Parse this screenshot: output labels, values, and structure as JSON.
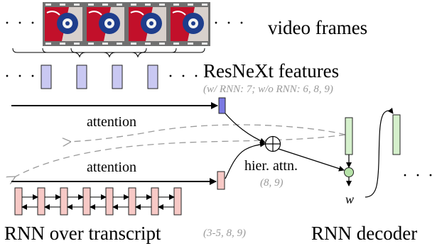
{
  "labels": {
    "video_frames": "video frames",
    "resnext_features": "ResNeXt features",
    "resnext_note": "(w/ RNN: 7; w/o RNN: 6, 8, 9)",
    "attention_top": "attention",
    "attention_bottom": "attention",
    "hier_attn": "hier. attn.",
    "hier_attn_note": "(8, 9)",
    "w": "w",
    "rnn_transcript": "RNN over transcript",
    "rnn_transcript_note": "(3-5, 8, 9)",
    "rnn_decoder": "RNN decoder",
    "ellipsis": "· · ·",
    "plus": "+"
  },
  "colors": {
    "feature_blue": "#c9c8f2",
    "feature_blue_dark": "#7c7ae3",
    "transcript_pink": "#f7c9c6",
    "transcript_pink_dark": "#ef9891",
    "decoder_green": "#d5f0cc",
    "decoder_green_dark": "#b6e2a8",
    "arrow_gray": "#9a9a9a",
    "frame_border": "#6b6b6b",
    "frame_red": "#c2102a",
    "frame_blue": "#1e3d8c"
  }
}
